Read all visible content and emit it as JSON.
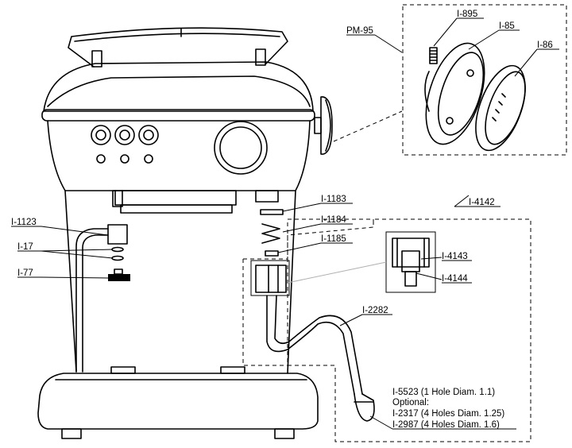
{
  "labels": {
    "pm95": "PM-95",
    "i895": "I-895",
    "i85": "I-85",
    "i86": "I-86",
    "i1183": "I-1183",
    "i4142": "I-4142",
    "i1184": "I-1184",
    "i1123": "I-1123",
    "i1185": "I-1185",
    "i17": "I-17",
    "i4143": "I-4143",
    "i77": "I-77",
    "i4144": "I-4144",
    "i2282": "I-2282"
  },
  "notes": {
    "line1": "I-5523 (1 Hole Diam. 1.1)",
    "line2": "Optional:",
    "line3": "I-2317 (4 Holes Diam. 1.25)",
    "line4": "I-2987 (4 Holes Diam. 1.6)"
  },
  "colors": {
    "ink": "#000000",
    "background": "#ffffff",
    "guide": "#b0b0b0"
  }
}
